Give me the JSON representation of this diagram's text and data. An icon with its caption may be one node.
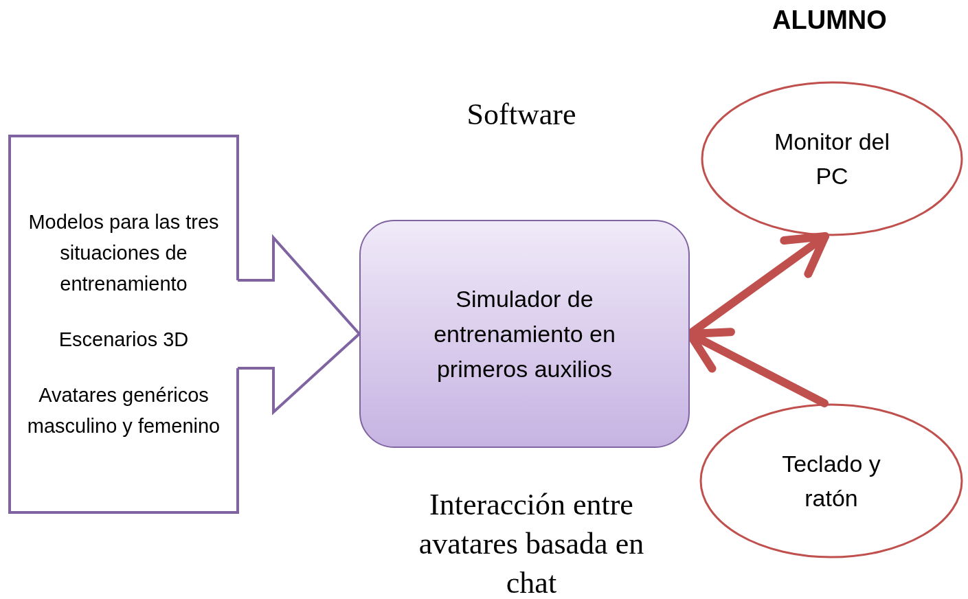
{
  "diagram": {
    "nodes": [
      {
        "text": [
          "Modelos para las tres situaciones de entrenamiento",
          "Escenarios 3D",
          "Avatares genéricos masculino y femenino"
        ]
      },
      {
        "text": [
          "Simulador de entrenamiento en primeros auxilios"
        ],
        "beside": [
          "Software",
          "Interacción entre avatares basada en chat"
        ]
      },
      {
        "text": [
          "Monitor del PC"
        ]
      },
      {
        "text": [
          "Teclado y ratón"
        ]
      }
    ],
    "edges": [
      {
        "from": 0,
        "to": 1,
        "arrow": "to",
        "color": "#8064a2"
      },
      {
        "from": 1,
        "to": 2,
        "arrow": "to",
        "color": "#c0504d"
      },
      {
        "from": 3,
        "to": 1,
        "arrow": "to",
        "color": "#c0504d"
      }
    ],
    "labels": [
      "ALUMNO"
    ]
  }
}
